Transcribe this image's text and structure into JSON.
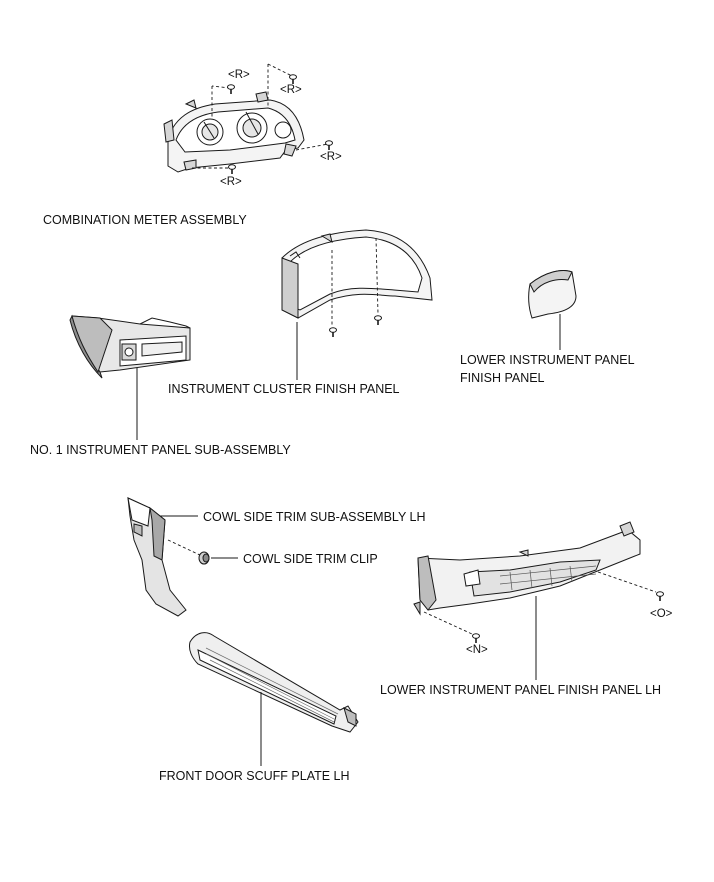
{
  "labels": {
    "combination_meter": "COMBINATION METER ASSEMBLY",
    "instrument_cluster_finish_panel": "INSTRUMENT CLUSTER FINISH PANEL",
    "lower_panel_finish_line1": "LOWER INSTRUMENT PANEL",
    "lower_panel_finish_line2": "FINISH PANEL",
    "no1_instrument_panel": "NO. 1 INSTRUMENT PANEL SUB-ASSEMBLY",
    "cowl_side_trim": "COWL SIDE TRIM SUB-ASSEMBLY LH",
    "cowl_side_trim_clip": "COWL SIDE TRIM CLIP",
    "lower_panel_finish_lh": "LOWER INSTRUMENT PANEL FINISH PANEL LH",
    "front_door_scuff": "FRONT DOOR SCUFF PLATE LH"
  },
  "markers": {
    "r1": "<R>",
    "r2": "<R>",
    "r3": "<R>",
    "r4": "<R>",
    "n": "<N>",
    "o": "<O>"
  },
  "colors": {
    "line": "#1a1a1a",
    "part_fill": "#f4f4f4",
    "part_shade": "#cfcfcf",
    "part_dark": "#6e6e6e"
  }
}
